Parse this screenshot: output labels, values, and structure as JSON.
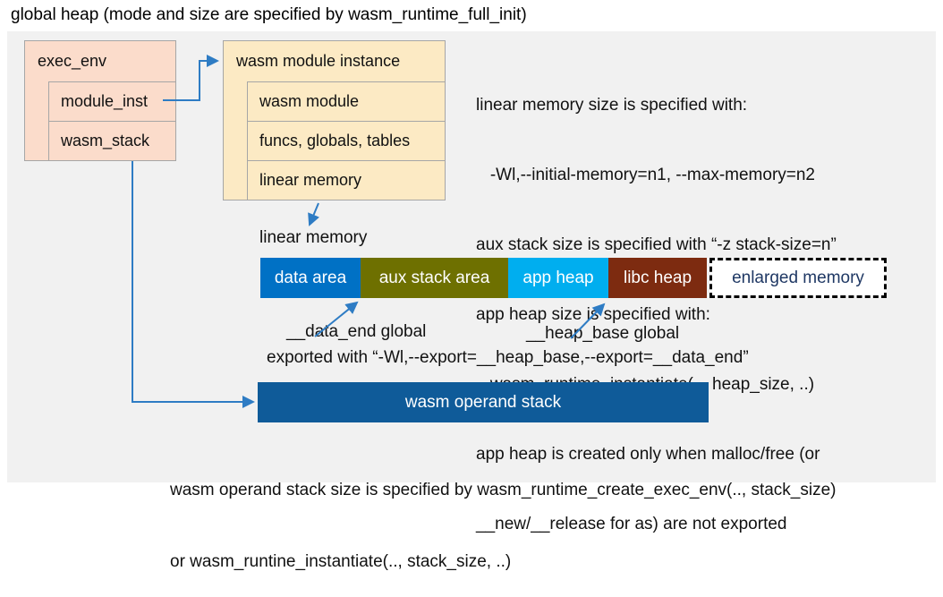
{
  "title": "global heap (mode and size are specified by wasm_runtime_full_init)",
  "exec_env": {
    "header": "exec_env",
    "rows": [
      "module_inst",
      "wasm_stack"
    ]
  },
  "module_instance": {
    "header": "wasm module instance",
    "rows": [
      "wasm module",
      "funcs, globals, tables",
      "linear memory"
    ]
  },
  "notes_right": {
    "lines": [
      "linear memory size is specified with:",
      "   -Wl,--initial-memory=n1, --max-memory=n2",
      "aux stack size is specified with “-z stack-size=n”",
      "app heap size is specified with:",
      "   wasm_runtime_instantiate(.., heap_size, ..)",
      "app heap is created only when malloc/free (or",
      "__new/__release for as) are not exported"
    ]
  },
  "linear_memory": {
    "label": "linear memory",
    "segments": [
      {
        "label": "data area",
        "fill": "#0071C5",
        "text_color": "#FFFFFF"
      },
      {
        "label": "aux stack area",
        "fill": "#6E7000",
        "text_color": "#FFFFFF"
      },
      {
        "label": "app heap",
        "fill": "#00AEEF",
        "text_color": "#FFFFFF"
      },
      {
        "label": "libc heap",
        "fill": "#7D2B10",
        "text_color": "#FFFFFF"
      },
      {
        "label": "enlarged memory",
        "fill": "#FFFFFF",
        "text_color": "#1F3864",
        "border": "dashed"
      }
    ],
    "annotations": {
      "data_end": "__data_end global",
      "heap_base": "__heap_base global",
      "exported": "exported with “-Wl,--export=__heap_base,--export=__data_end”"
    }
  },
  "operand_stack": {
    "label": "wasm operand stack",
    "fill": "#0F5B99"
  },
  "notes_bottom": {
    "lines": [
      "wasm operand stack size is specified by wasm_runtime_create_exec_env(.., stack_size)",
      "or wasm_runtine_instantiate(.., stack_size, ..)"
    ]
  },
  "colors": {
    "canvas": "#F1F1F1",
    "box_salmon": "#FBDCCB",
    "box_cream": "#FCEAC4",
    "border_gray": "#A6A6A6",
    "arrow": "#2E7CC4",
    "operand_bar": "#0F5B99",
    "enlarged_text": "#1F3864",
    "ink": "#111111"
  }
}
